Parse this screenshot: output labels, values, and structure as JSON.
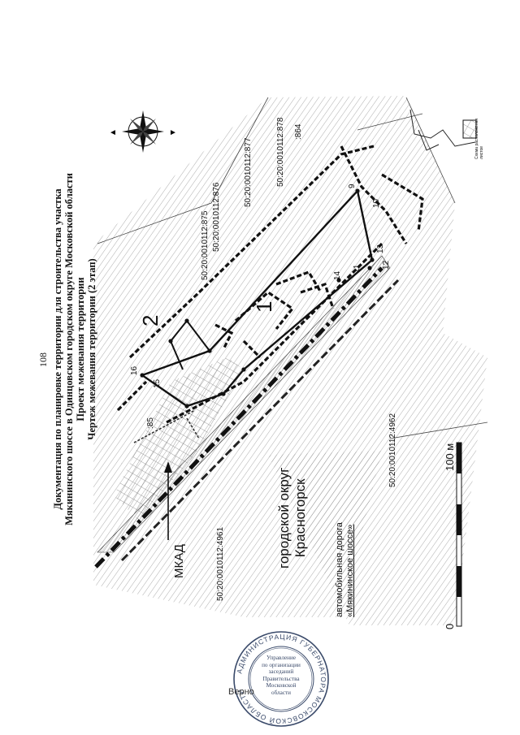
{
  "page": {
    "number": "108"
  },
  "title": {
    "line1": "Документация по планировке территории для строительства участка",
    "line2": "Мякининского шоссе в Одинцовском городском округе Московской области",
    "line3": "Проект межевания территории",
    "line4": "Чертеж межевания территории (2 этап)"
  },
  "map": {
    "district": {
      "line1": "городской округ",
      "line2": "Красногорск"
    },
    "road": {
      "line1": "автомобильная дорога",
      "line2": "«Мякининское шоссе»"
    },
    "mkad_label": "МКАД",
    "cadastral": [
      "50:20:0010112:4961",
      "50:20:0010112:4962",
      "50:20:0010112:875",
      "50:20:0010112:876",
      "50:20:0010112:877",
      "50:20:0010112:878",
      ":864",
      ":85"
    ],
    "zone_numbers": [
      "1",
      "2"
    ],
    "point_numbers": [
      "9",
      "10",
      "11",
      "12",
      "13",
      "14",
      "15",
      "16"
    ],
    "scale": {
      "start": "0",
      "end": "100 м"
    },
    "inset_caption": {
      "line1": "Схема расположения",
      "line2": "листов"
    }
  },
  "stamp": {
    "ring_text": "АДМИНИСТРАЦИЯ ГУБЕРНАТОРА МОСКОВСКОЙ ОБЛАСТИ",
    "center": [
      "Управление",
      "по организации",
      "заседаний",
      "Правительства",
      "Московской",
      "области"
    ],
    "verno": "Верно"
  },
  "colors": {
    "ink": "#111111",
    "hatch": "#7a7a7a",
    "stamp": "#5a6a8a"
  }
}
